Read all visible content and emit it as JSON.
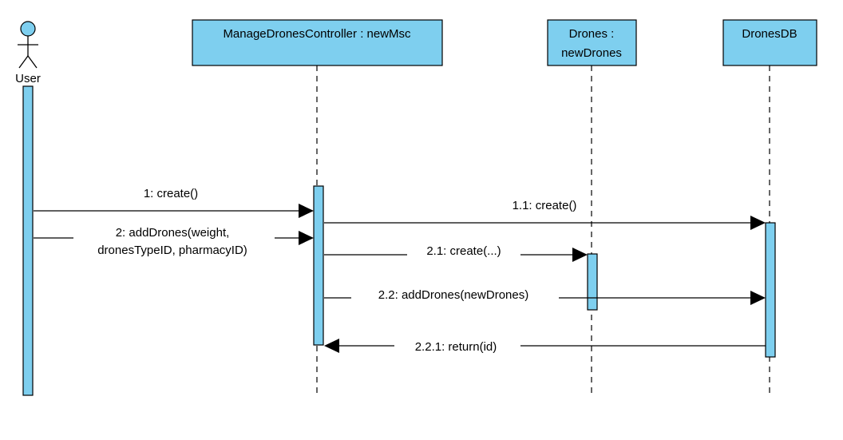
{
  "colors": {
    "fill": "#7ecfef",
    "stroke": "#000000"
  },
  "actor": {
    "label": "User"
  },
  "participants": [
    {
      "lines": [
        "ManageDronesController : newMsc"
      ]
    },
    {
      "lines": [
        "Drones :",
        "newDrones"
      ]
    },
    {
      "lines": [
        "DronesDB"
      ]
    }
  ],
  "messages": [
    {
      "lines": [
        "1: create()"
      ],
      "kind": "call"
    },
    {
      "lines": [
        "2: addDrones(weight,",
        "dronesTypeID, pharmacyID)"
      ],
      "kind": "call"
    },
    {
      "lines": [
        "1.1: create()"
      ],
      "kind": "call"
    },
    {
      "lines": [
        "2.1: create(...)"
      ],
      "kind": "call"
    },
    {
      "lines": [
        "2.2: addDrones(newDrones)"
      ],
      "kind": "call"
    },
    {
      "lines": [
        "2.2.1: return(id)"
      ],
      "kind": "return"
    }
  ]
}
